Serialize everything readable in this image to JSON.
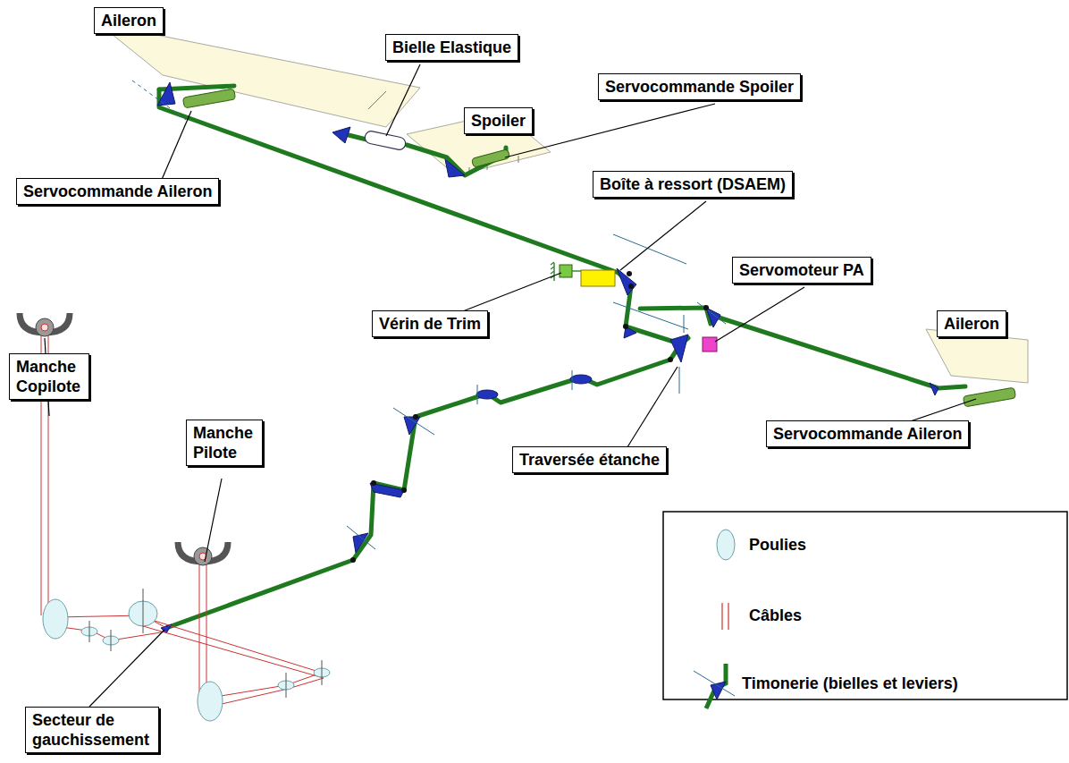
{
  "diagram": {
    "nodes": [
      {
        "text": [
          "Aileron"
        ]
      },
      {
        "text": [
          "Bielle Elastique"
        ]
      },
      {
        "text": [
          "Servocommande Spoiler"
        ]
      },
      {
        "text": [
          "Spoiler"
        ]
      },
      {
        "text": [
          "Boîte à ressort (DSAEM)"
        ]
      },
      {
        "text": [
          "Servocommande Aileron"
        ]
      },
      {
        "text": [
          "Servomoteur PA"
        ]
      },
      {
        "text": [
          "Vérin de Trim"
        ]
      },
      {
        "text": [
          "Aileron"
        ]
      },
      {
        "text": [
          "Manche Copilote"
        ]
      },
      {
        "text": [
          "Manche Pilote"
        ]
      },
      {
        "text": [
          "Traversée étanche"
        ]
      },
      {
        "text": [
          "Servocommande Aileron"
        ]
      },
      {
        "text": [
          "Secteur de gauchissement"
        ]
      }
    ],
    "edges": [],
    "legend": [
      {
        "text": "Poulies"
      },
      {
        "text": "Câbles"
      },
      {
        "text": "Timonerie (bielles et leviers)"
      }
    ]
  }
}
